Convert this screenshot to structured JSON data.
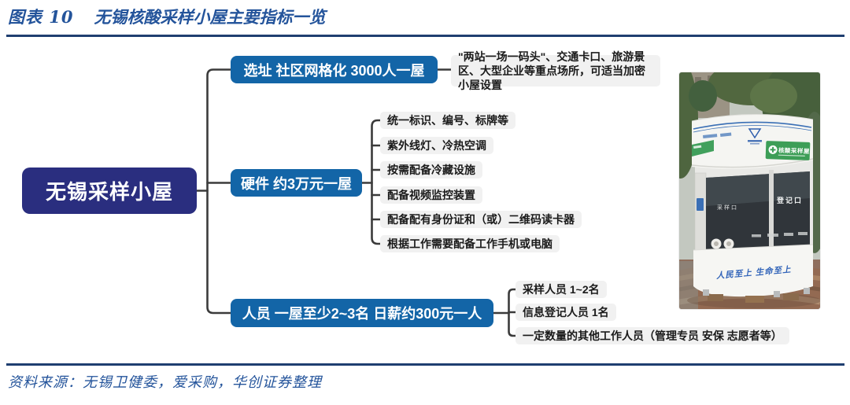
{
  "header": {
    "figure_label": "图表 10",
    "title": "无锡核酸采样小屋主要指标一览"
  },
  "mindmap": {
    "root": "无锡采样小屋",
    "branches": [
      {
        "label": "选址 社区网格化 3000人一屋",
        "leaves": [
          "\"两站一场一码头\"、交通卡口、旅游景区、大型企业等重点场所，可适当加密小屋设置"
        ]
      },
      {
        "label": "硬件 约3万元一屋",
        "leaves": [
          "统一标识、编号、标牌等",
          "紫外线灯、冷热空调",
          "按需配备冷藏设施",
          "配备视频监控装置",
          "配备配有身份证和（或）二维码读卡器",
          "根据工作需要配备工作手机或电脑"
        ]
      },
      {
        "label": "人员 一屋至少2~3名 日薪约300元一人",
        "leaves": [
          "采样人员 1~2名",
          "信息登记人员 1名",
          "一定数量的其他工作人员（管理专员 安保 志愿者等）"
        ]
      }
    ]
  },
  "photo": {
    "booth_sign": "核酸采样屋",
    "window_left_label": "采样口",
    "window_right_label": "登记口",
    "slogan": "人民至上 生命至上"
  },
  "footer": {
    "source": "资料来源：无锡卫健委，爱采购，华创证券整理"
  },
  "colors": {
    "title_blue": "#24549B",
    "rule_navy": "#1F3E70",
    "root_fill": "#2A2E7F",
    "branch_fill": "#1365A7",
    "leaf_fill": "#F1F1F1",
    "leaf_text": "#1A1A1A",
    "connector": "#3B3B3B",
    "booth_sign_green": "#3D9E57",
    "slogan_blue": "#2F62B8"
  }
}
